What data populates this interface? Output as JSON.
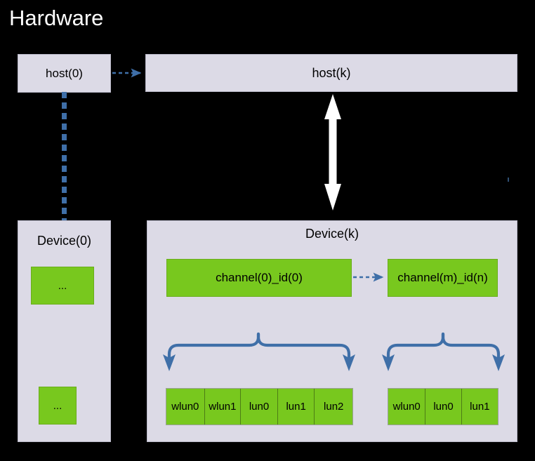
{
  "diagram": {
    "title": "Hardware",
    "background_color": "#000000",
    "container_color": "#dcdae6",
    "node_color": "#78c81e",
    "link_color": "#3f6fa8",
    "arrow_color": "#ffffff",
    "host0": {
      "label": "host(0)"
    },
    "hostk": {
      "label": "host(k)"
    },
    "device0": {
      "label": "Device(0)",
      "nodes": [
        {
          "label": "..."
        },
        {
          "label": "..."
        }
      ]
    },
    "devicek": {
      "label": "Device(k)",
      "channels": [
        {
          "label": "channel(0)_id(0)"
        },
        {
          "label": "channel(m)_id(n)"
        }
      ],
      "lun_groups": [
        {
          "cells": [
            "wlun0",
            "wlun1",
            "lun0",
            "lun1",
            "lun2"
          ]
        },
        {
          "cells": [
            "wlun0",
            "lun0",
            "lun1"
          ]
        }
      ]
    },
    "connectors": [
      {
        "name": "host0-to-hostk",
        "style": "dashed-arrow",
        "color": "#3f6fa8"
      },
      {
        "name": "host0-to-device0",
        "style": "dashed-line",
        "color": "#3f6fa8"
      },
      {
        "name": "hostk-to-devicek",
        "style": "double-arrow",
        "color": "#ffffff"
      },
      {
        "name": "channel0-to-channelm",
        "style": "dashed-arrow",
        "color": "#3f6fa8"
      },
      {
        "name": "channel0-to-lun-group-1",
        "style": "brace-arrow",
        "color": "#3f6fa8"
      },
      {
        "name": "channelm-to-lun-group-2",
        "style": "brace-arrow",
        "color": "#3f6fa8"
      }
    ]
  }
}
